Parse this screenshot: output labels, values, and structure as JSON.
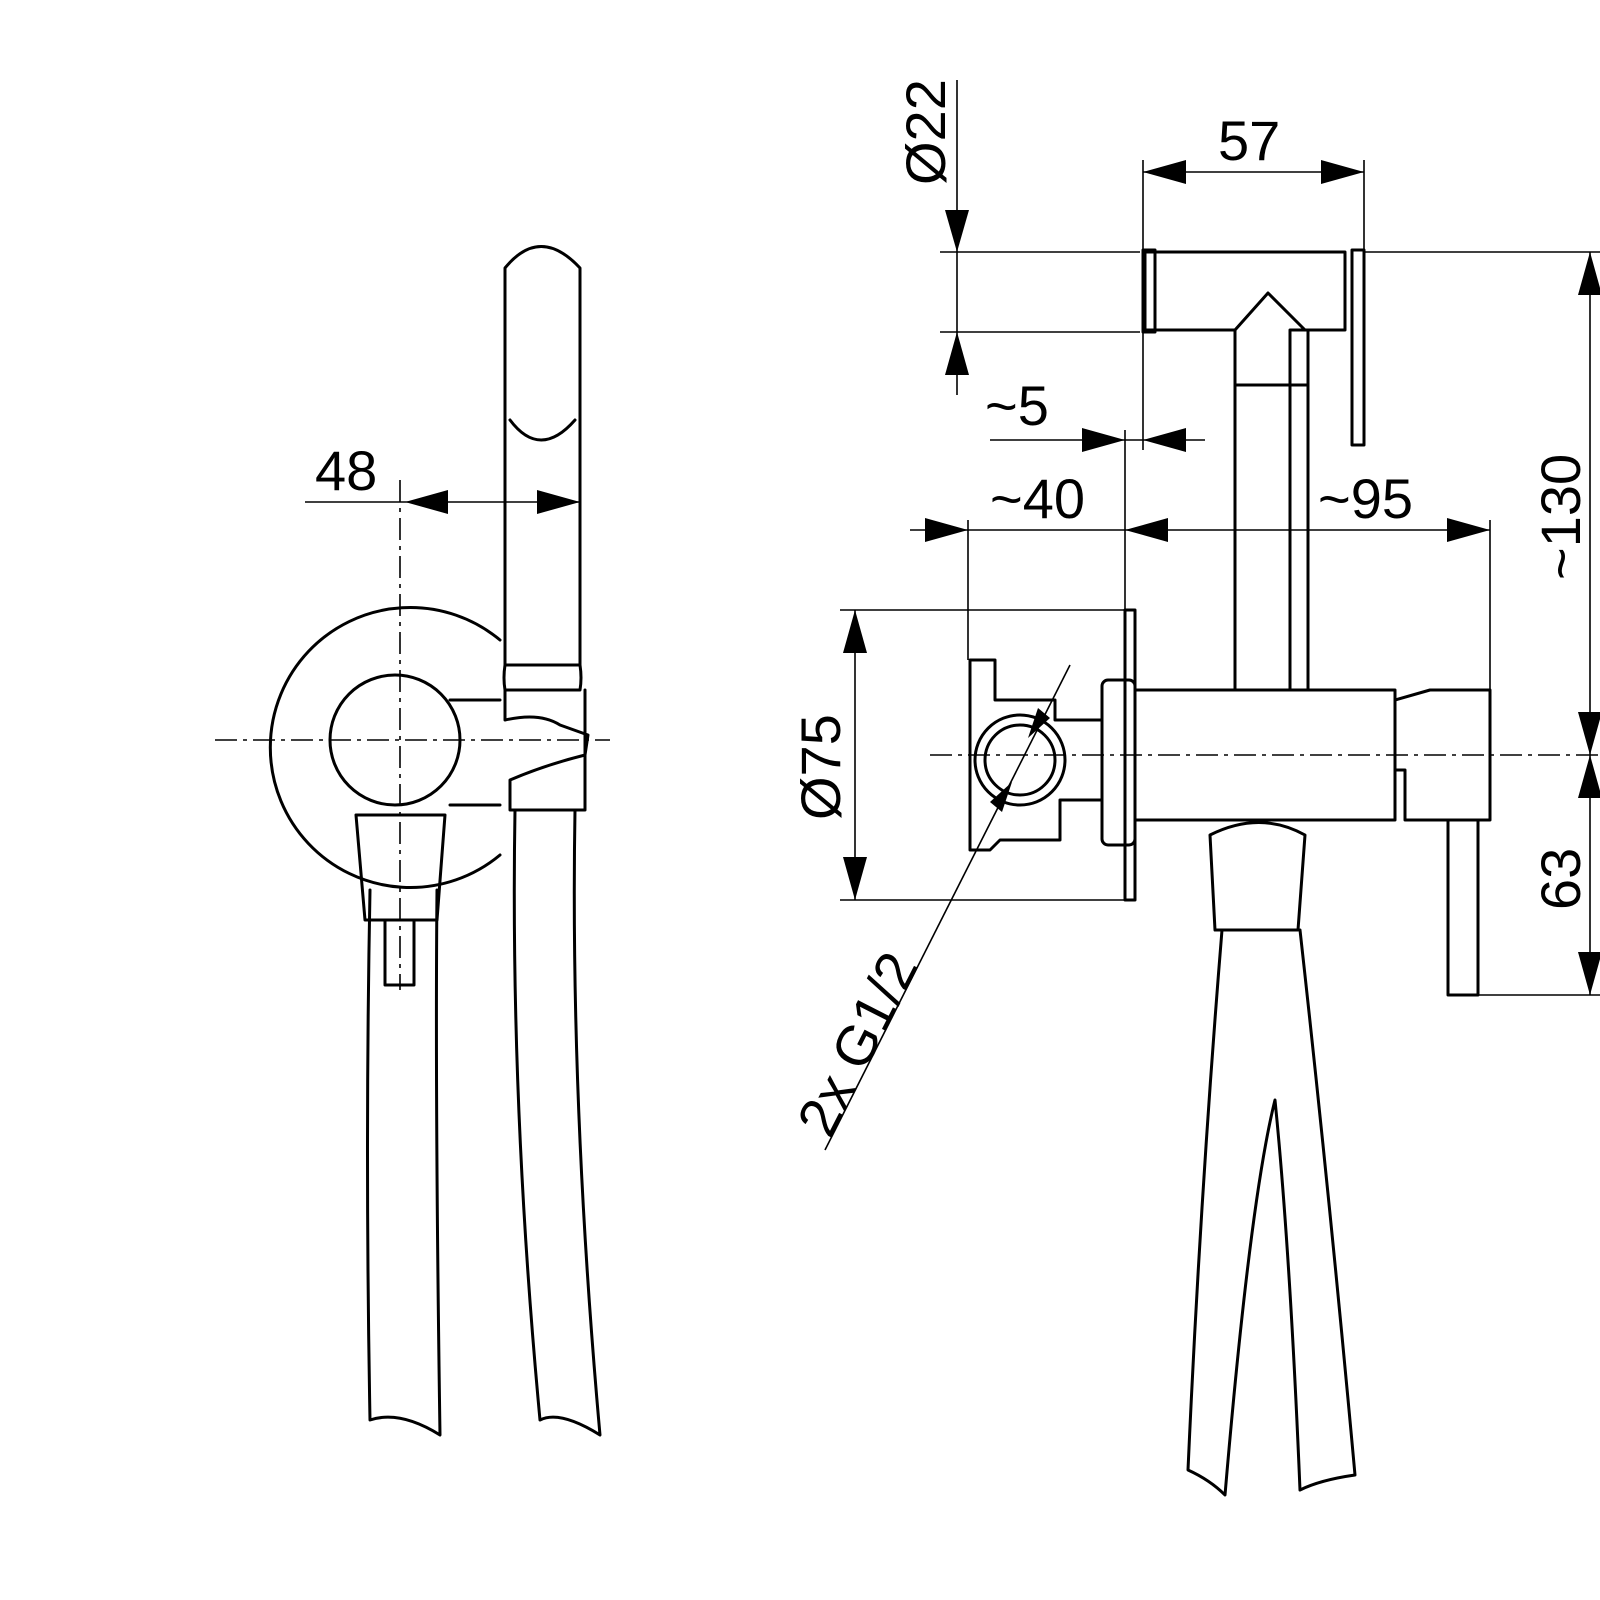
{
  "drawing": {
    "side_view": {
      "dim_offset": "48"
    },
    "front_view": {
      "dim_head_diameter": "Ø22",
      "dim_head_width": "57",
      "dim_plate_gap": "~5",
      "dim_depth_left": "~40",
      "dim_depth_right": "~95",
      "dim_height": "~130",
      "dim_plate_diameter": "Ø75",
      "dim_lever": "63",
      "dim_thread": "2x G1/2"
    }
  }
}
